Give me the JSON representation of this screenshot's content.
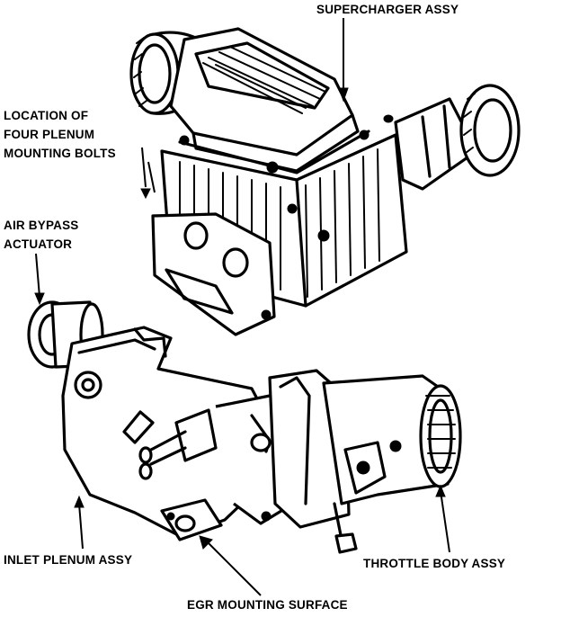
{
  "labels": {
    "supercharger": "SUPERCHARGER ASSY",
    "plenum_bolts": [
      "LOCATION OF",
      "FOUR PLENUM",
      "MOUNTING BOLTS"
    ],
    "air_bypass": [
      "AIR BYPASS",
      "ACTUATOR"
    ],
    "inlet_plenum": "INLET PLENUM ASSY",
    "throttle_body": "THROTTLE BODY ASSY",
    "egr_surface": "EGR MOUNTING SURFACE"
  }
}
